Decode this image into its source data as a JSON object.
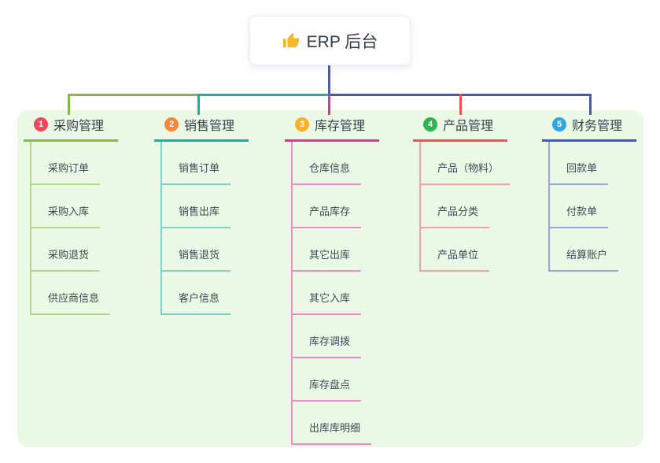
{
  "root": {
    "label": "ERP 后台",
    "icon": "thumbs-up-icon",
    "icon_color": "#f5b72a"
  },
  "colors": {
    "page_background": "#ffffff",
    "panel_background": "#ecf8e6",
    "root_connector": "#4a5ad4",
    "title_text": "#38404b",
    "child_text": "#3f4852"
  },
  "branches": [
    {
      "num": "1",
      "label": "采购管理",
      "color": "#85bb40",
      "light": "#b3d98c",
      "badge": "#f5455c",
      "children": [
        "采购订单",
        "采购入库",
        "采购退货",
        "供应商信息"
      ]
    },
    {
      "num": "2",
      "label": "销售管理",
      "color": "#14b2a4",
      "light": "#7ad3c8",
      "badge": "#f8863b",
      "children": [
        "销售订单",
        "销售出库",
        "销售退货",
        "客户信息"
      ]
    },
    {
      "num": "3",
      "label": "库存管理",
      "color": "#dd3590",
      "light": "#ee8ec4",
      "badge": "#f9b226",
      "children": [
        "仓库信息",
        "产品库存",
        "其它出库",
        "其它入库",
        "库存调拨",
        "库存盘点",
        "出库库明细"
      ]
    },
    {
      "num": "4",
      "label": "产品管理",
      "color": "#f14f51",
      "light": "#f7a2a0",
      "badge": "#2db551",
      "children": [
        "产品（物料）",
        "产品分类",
        "产品单位"
      ]
    },
    {
      "num": "5",
      "label": "财务管理",
      "color": "#3f55cb",
      "light": "#93a8e2",
      "badge": "#2fa7e0",
      "children": [
        "回款单",
        "付款单",
        "结算账户"
      ]
    }
  ]
}
